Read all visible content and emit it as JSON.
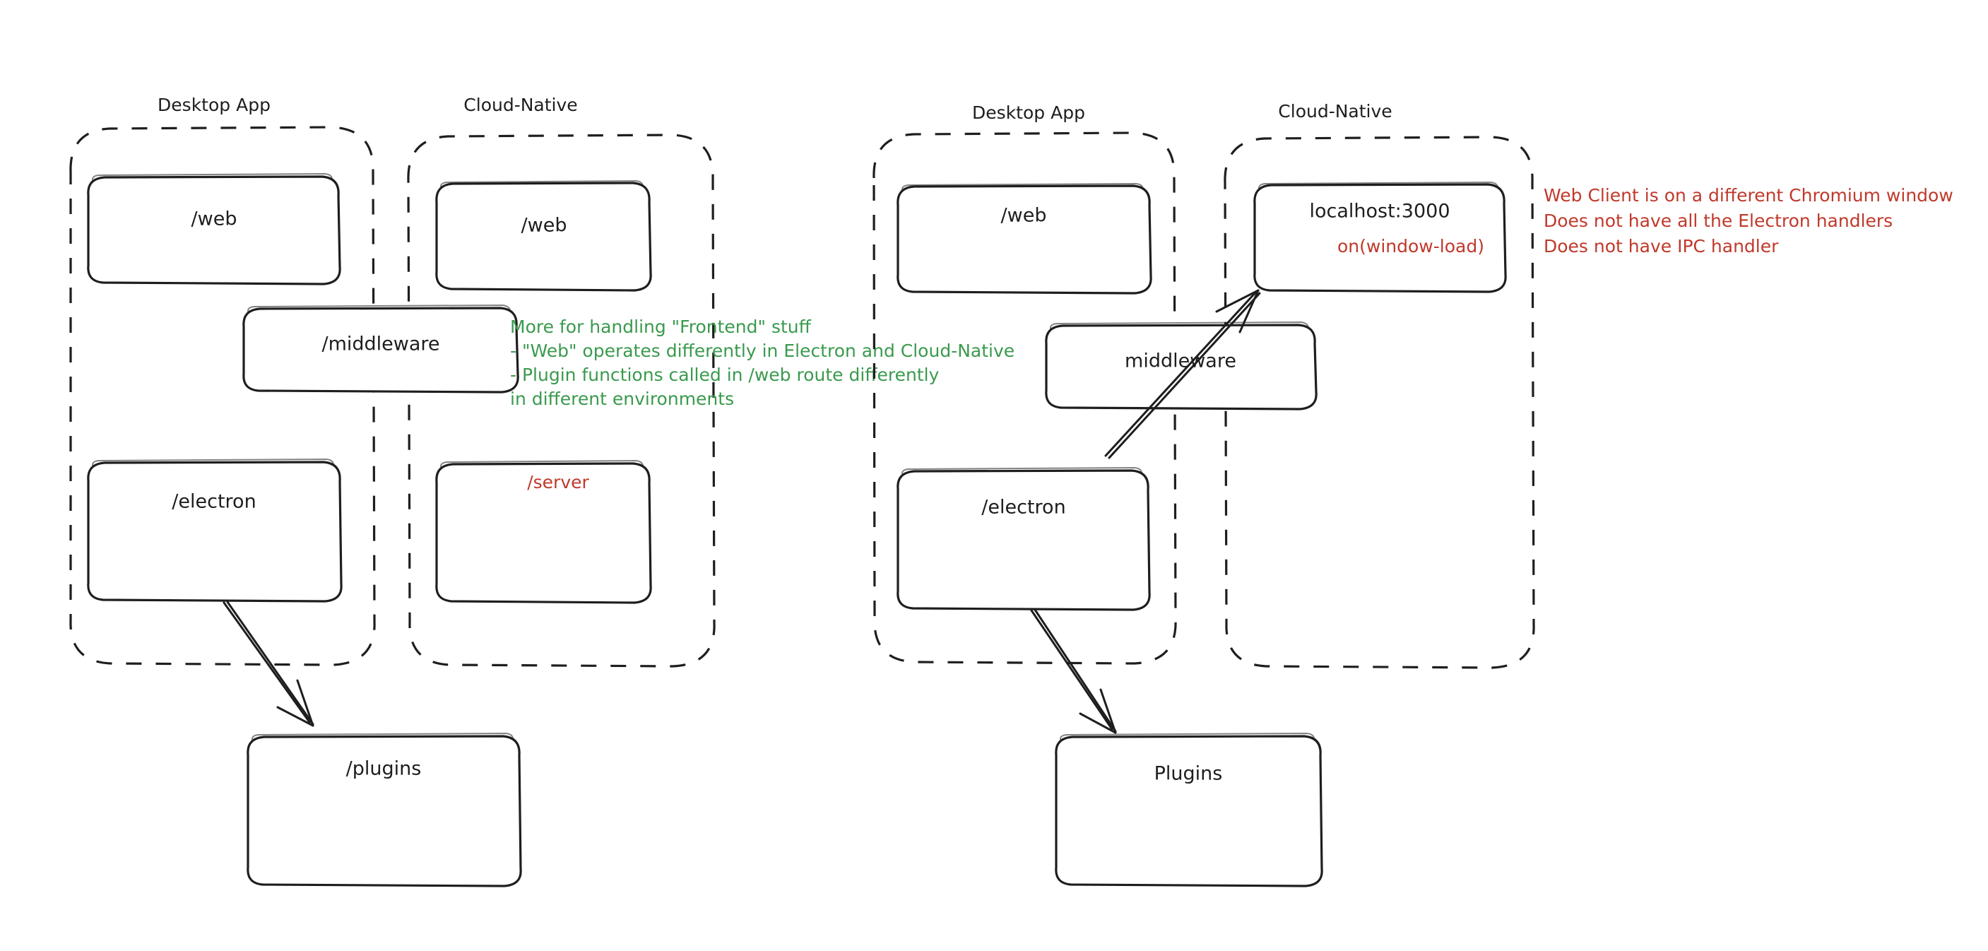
{
  "diagram": {
    "type": "architecture-sketch",
    "style": "hand-drawn whiteboard",
    "background_color": "#ffffff",
    "colors": {
      "ink": "#1e1e1e",
      "green_annotation": "#3a9a4e",
      "red_annotation": "#c0392b"
    },
    "panels": [
      {
        "id": "left",
        "name": "left-architecture-panel",
        "groups": [
          {
            "id": "left-desktop",
            "label": "Desktop App",
            "nodes": [
              {
                "id": "left-desktop-web",
                "label": "/web",
                "color": "ink"
              },
              {
                "id": "left-desktop-electron",
                "label": "/electron",
                "color": "ink"
              }
            ]
          },
          {
            "id": "left-cloud",
            "label": "Cloud-Native",
            "nodes": [
              {
                "id": "left-cloud-web",
                "label": "/web",
                "color": "ink"
              },
              {
                "id": "left-cloud-server",
                "label": "/server",
                "color": "red"
              }
            ]
          }
        ],
        "shared_nodes": [
          {
            "id": "left-middleware",
            "label": "/middleware",
            "color": "ink"
          }
        ],
        "external_nodes": [
          {
            "id": "left-plugins",
            "label": "/plugins",
            "color": "ink"
          }
        ],
        "arrows": [
          {
            "id": "left-electron-to-plugins",
            "from": "left-desktop-electron",
            "to": "left-plugins"
          }
        ]
      },
      {
        "id": "right",
        "name": "right-architecture-panel",
        "groups": [
          {
            "id": "right-desktop",
            "label": "Desktop App",
            "nodes": [
              {
                "id": "right-desktop-web",
                "label": "/web",
                "color": "ink"
              },
              {
                "id": "right-desktop-electron",
                "label": "/electron",
                "color": "ink"
              }
            ]
          },
          {
            "id": "right-cloud",
            "label": "Cloud-Native",
            "nodes": [
              {
                "id": "right-cloud-localhost",
                "label": "localhost:3000",
                "color": "ink",
                "sublabel": "on(window-load)",
                "sublabel_color": "red"
              }
            ]
          }
        ],
        "shared_nodes": [
          {
            "id": "right-middleware",
            "label": "middleware",
            "color": "ink"
          }
        ],
        "external_nodes": [
          {
            "id": "right-plugins",
            "label": "Plugins",
            "color": "ink"
          }
        ],
        "arrows": [
          {
            "id": "right-electron-to-plugins",
            "from": "right-desktop-electron",
            "to": "right-plugins"
          },
          {
            "id": "right-electron-to-localhost",
            "from": "right-desktop-electron",
            "to": "right-cloud-localhost"
          }
        ]
      }
    ],
    "annotations": [
      {
        "id": "green-note",
        "name": "middleware-note",
        "color": "green",
        "lines": [
          "More for handling \"Frontend\" stuff",
          "- \"Web\" operates differently in Electron and Cloud-Native",
          "- Plugin functions called in /web route differently",
          "in different environments"
        ]
      },
      {
        "id": "red-note",
        "name": "web-client-note",
        "color": "red",
        "lines": [
          "Web Client is on a different Chromium window",
          "Does not have all the Electron handlers",
          "Does not have IPC handler"
        ]
      }
    ]
  }
}
